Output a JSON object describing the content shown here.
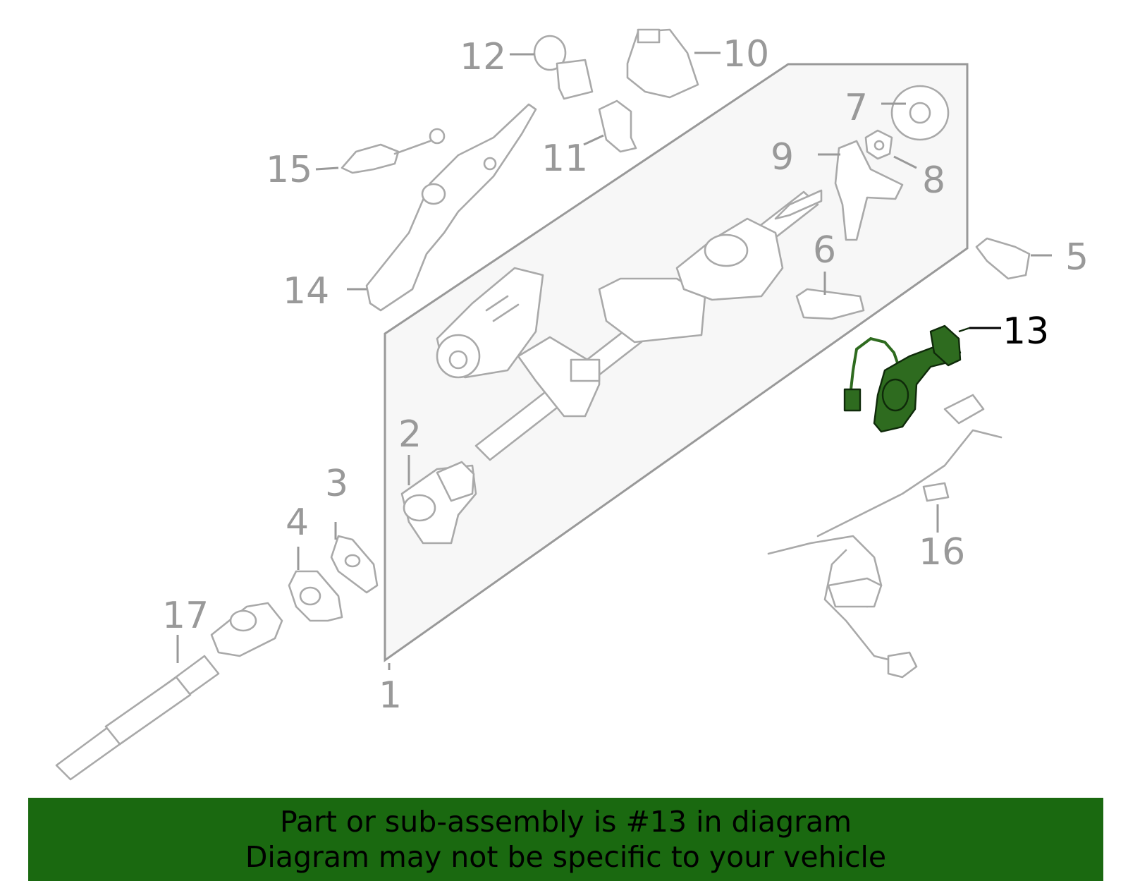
{
  "highlight_color": "#2e6b1f",
  "banner_color": "#1a6910",
  "callouts": [
    {
      "id": "1",
      "text": "1"
    },
    {
      "id": "2",
      "text": "2"
    },
    {
      "id": "3",
      "text": "3"
    },
    {
      "id": "4",
      "text": "4"
    },
    {
      "id": "5",
      "text": "5"
    },
    {
      "id": "6",
      "text": "6"
    },
    {
      "id": "7",
      "text": "7"
    },
    {
      "id": "8",
      "text": "8"
    },
    {
      "id": "9",
      "text": "9"
    },
    {
      "id": "10",
      "text": "10"
    },
    {
      "id": "11",
      "text": "11"
    },
    {
      "id": "12",
      "text": "12"
    },
    {
      "id": "13",
      "text": "13",
      "highlighted": true
    },
    {
      "id": "14",
      "text": "14"
    },
    {
      "id": "15",
      "text": "15"
    },
    {
      "id": "16",
      "text": "16"
    },
    {
      "id": "17",
      "text": "17"
    }
  ],
  "banner": {
    "line1": "Part or sub-assembly is #13 in diagram",
    "line2": "Diagram may not be specific to your vehicle"
  }
}
